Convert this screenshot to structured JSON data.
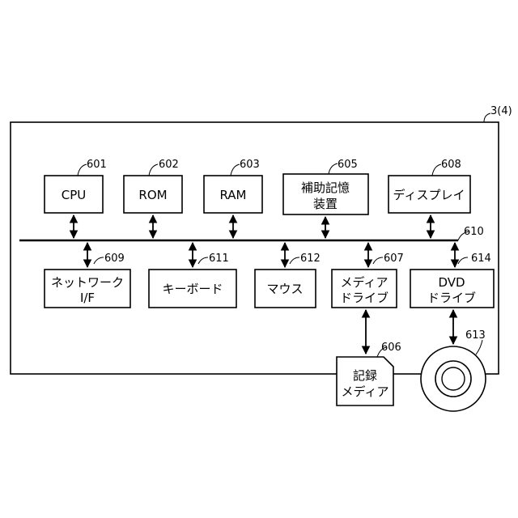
{
  "system_ref": "3(4)",
  "bus_ref": "610",
  "top_row": [
    {
      "ref": "601",
      "lines": [
        "CPU"
      ]
    },
    {
      "ref": "602",
      "lines": [
        "ROM"
      ]
    },
    {
      "ref": "603",
      "lines": [
        "RAM"
      ]
    },
    {
      "ref": "605",
      "lines": [
        "補助記憶",
        "装置"
      ]
    },
    {
      "ref": "608",
      "lines": [
        "ディスプレイ"
      ]
    }
  ],
  "bottom_row": [
    {
      "ref": "609",
      "lines": [
        "ネットワーク",
        "I/F"
      ]
    },
    {
      "ref": "611",
      "lines": [
        "キーボード"
      ]
    },
    {
      "ref": "612",
      "lines": [
        "マウス"
      ]
    },
    {
      "ref": "607",
      "lines": [
        "メディア",
        "ドライブ"
      ]
    },
    {
      "ref": "614",
      "lines": [
        "DVD",
        "ドライブ"
      ]
    }
  ],
  "recording_media": {
    "ref": "606",
    "lines": [
      "記録",
      "メディア"
    ]
  },
  "dvd_disc": {
    "ref": "613"
  }
}
